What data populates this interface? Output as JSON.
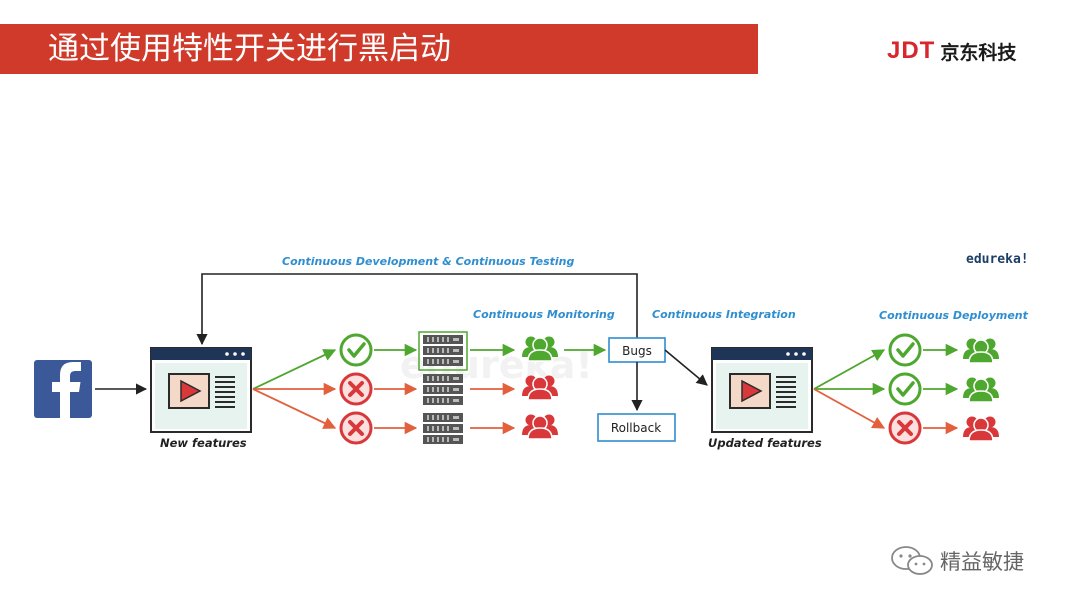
{
  "slide": {
    "title": "通过使用特性开关进行黑启动"
  },
  "logo": {
    "brand": "JDT",
    "name": "京东科技"
  },
  "diagram": {
    "labels": {
      "dev_testing": "Continuous Development & Continuous Testing",
      "monitoring": "Continuous Monitoring",
      "integration": "Continuous Integration",
      "deployment": "Continuous Deployment",
      "new_features": "New features",
      "updated_features": "Updated features",
      "bugs": "Bugs",
      "rollback": "Rollback",
      "edureka": "edureka!"
    },
    "colors": {
      "green": "#4ea72e",
      "red": "#d9383b",
      "blue": "#2f8ed0",
      "facebook": "#3b5998"
    }
  },
  "watermark": {
    "text": "精益敏捷",
    "icon": "wechat-icon"
  }
}
